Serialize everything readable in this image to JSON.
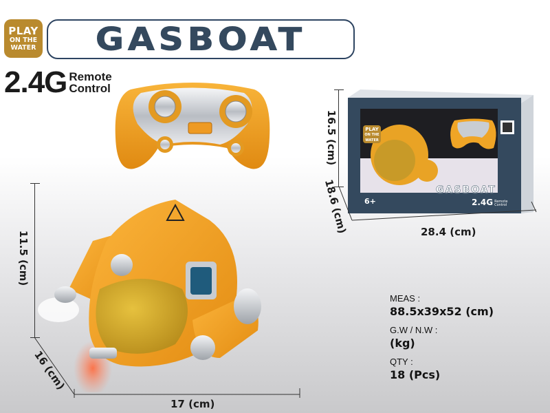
{
  "brand": {
    "badge_line1": "PLAY",
    "badge_line2": "ON THE",
    "badge_line3": "WATER",
    "title": "GASBOAT",
    "badge_color": "#b98a2e",
    "title_color": "#34495e"
  },
  "remote_label": {
    "frequency": "2.4G",
    "line1": "Remote",
    "line2": "Control"
  },
  "product_dimensions": {
    "height": "11.5 (cm)",
    "depth": "16 (cm)",
    "width": "17 (cm)"
  },
  "package_dimensions": {
    "height": "16.5 (cm)",
    "depth": "18.6 (cm)",
    "width": "28.4 (cm)"
  },
  "package": {
    "badge_line1": "PLAY",
    "badge_line2": "ON THE",
    "badge_line3": "WATER",
    "title": "GASBOAT",
    "frequency": "2.4G",
    "sub1": "Remote",
    "sub2": "Control",
    "age": "6+",
    "box_color": "#34495e"
  },
  "specs": {
    "meas_label": "MEAS :",
    "meas_value": "88.5x39x52 (cm)",
    "weight_label": "G.W  / N.W :",
    "weight_value": "(kg)",
    "qty_label": "QTY :",
    "qty_value": "18 (Pcs)"
  },
  "colors": {
    "product_orange": "#f0a526",
    "chrome": "#c9cdd2"
  }
}
